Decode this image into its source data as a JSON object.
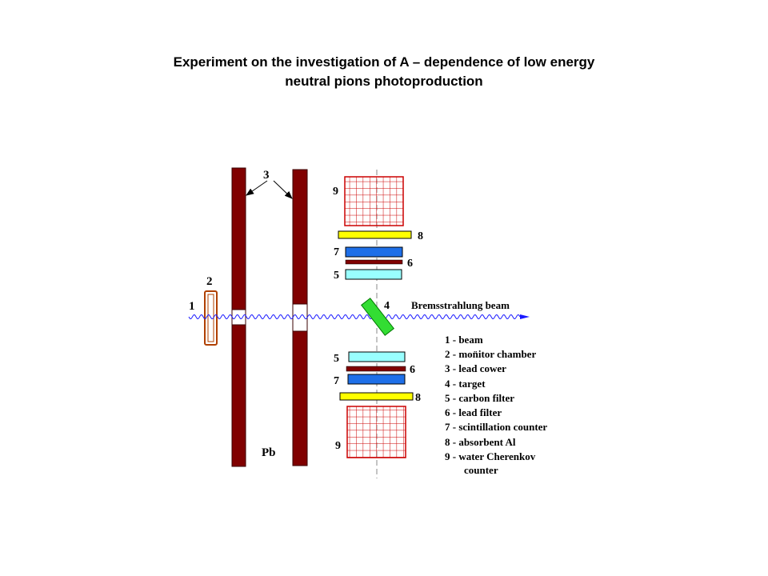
{
  "title": {
    "line1": "Experiment on the investigation of A – dependence of low energy",
    "line2": "neutral pions photoproduction"
  },
  "colors": {
    "lead": "#800000",
    "cherenkov": "#cc0000",
    "absorber": "#ffff00",
    "scintillator": "#1e6fe8",
    "carbon": "#99ffff",
    "target": "#33dd33",
    "beam": "#1a1aff"
  },
  "diagram": {
    "labels": {
      "n1": "1",
      "n2": "2",
      "n3": "3",
      "n4": "4",
      "n5_top": "5",
      "n6_top": "6",
      "n7_top": "7",
      "n8_top": "8",
      "n9_top": "9",
      "n5_bot": "5",
      "n6_bot": "6",
      "n7_bot": "7",
      "n8_bot": "8",
      "n9_bot": "9",
      "pb": "Pb",
      "beam_label": "Bremsstrahlung  beam"
    },
    "legend": [
      "1 - beam",
      "2 - mon̈itor chamber",
      "3 - lead cower",
      "4 - target",
      "5 - carbon filter",
      "6 - lead filter",
      "7 - scintillation counter",
      "8 -  absorbent  Al",
      "9 -  water Cherenkov",
      "counter"
    ]
  }
}
